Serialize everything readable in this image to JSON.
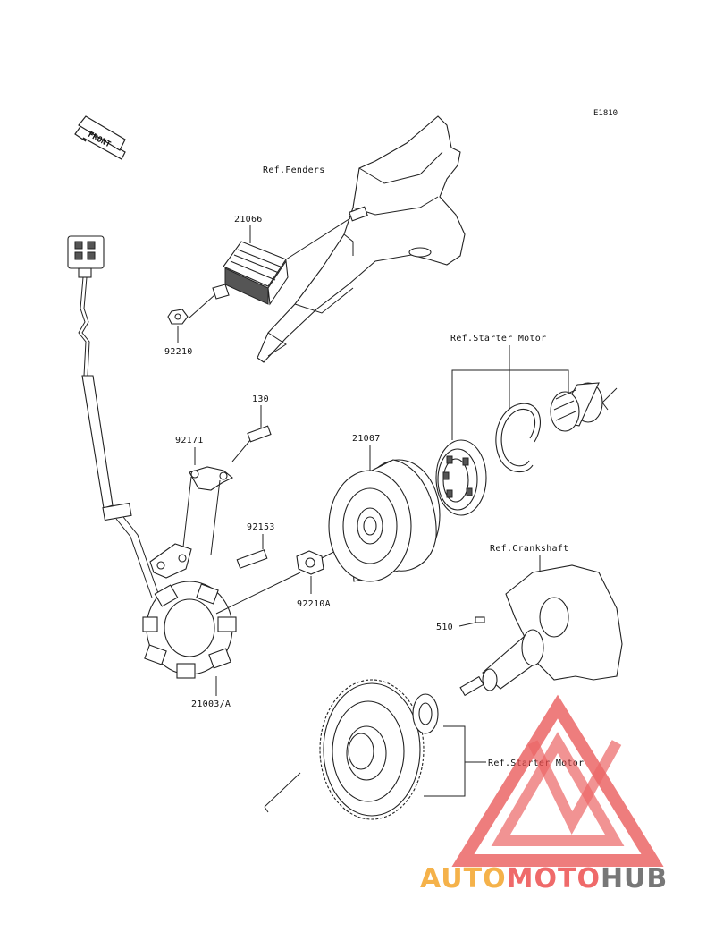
{
  "diagram_code": "E1810",
  "front_label": "FRONT",
  "refs": {
    "fenders": "Ref.Fenders",
    "starter_motor_top": "Ref.Starter Motor",
    "crankshaft": "Ref.Crankshaft",
    "starter_motor_bottom": "Ref.Starter Motor"
  },
  "parts": {
    "p21066": "21066",
    "p92210": "92210",
    "p130": "130",
    "p92171": "92171",
    "p21007": "21007",
    "p92153": "92153",
    "p92210A": "92210A",
    "p510": "510",
    "p21003A": "21003/A"
  },
  "watermark": {
    "auto": "AUTO",
    "moto": "MOTO",
    "hub": "HUB",
    "color_auto": "#f5b24a",
    "color_moto": "#ef6a6a",
    "color_hub": "#777777",
    "logo_color": "#e84b4b"
  }
}
